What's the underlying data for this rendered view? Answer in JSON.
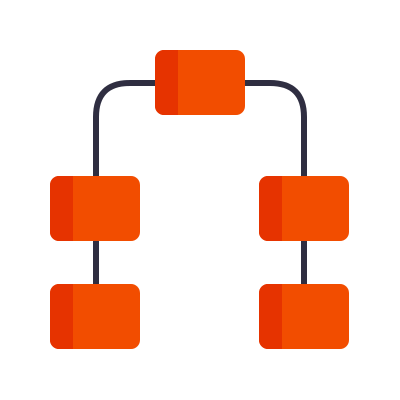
{
  "icon": {
    "name": "hierarchy-icon",
    "colors": {
      "background": "#ffffff",
      "connector": "#2f2e41",
      "node_fill": "#f24d00",
      "node_accent": "#e63300"
    },
    "nodes": [
      {
        "id": "root",
        "level": 0,
        "children": [
          "left-child",
          "right-child"
        ]
      },
      {
        "id": "left-child",
        "level": 1,
        "children": [
          "left-grandchild"
        ]
      },
      {
        "id": "right-child",
        "level": 1,
        "children": [
          "right-grandchild"
        ]
      },
      {
        "id": "left-grandchild",
        "level": 2,
        "children": []
      },
      {
        "id": "right-grandchild",
        "level": 2,
        "children": []
      }
    ]
  }
}
